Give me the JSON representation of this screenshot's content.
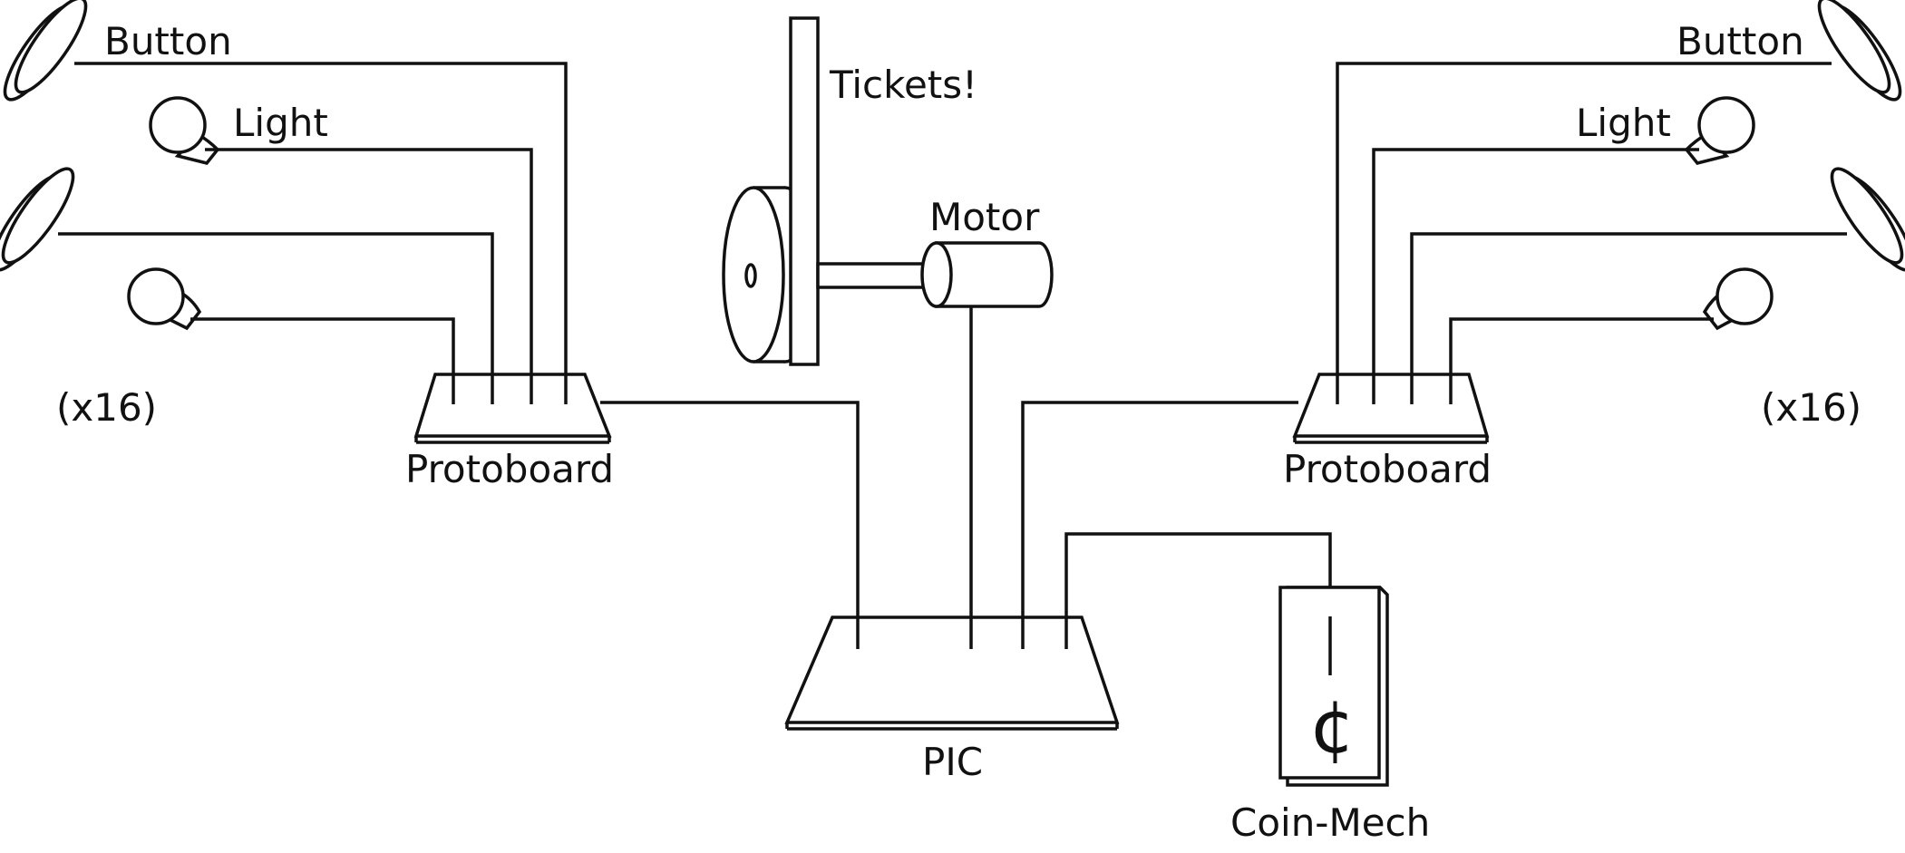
{
  "labels": {
    "button_left": "Button",
    "light_left": "Light",
    "count_left": "(x16)",
    "protoboard_left": "Protoboard",
    "tickets": "Tickets!",
    "motor": "Motor",
    "pic": "PIC",
    "coin_mech": "Coin-Mech",
    "coin_symbol": "¢",
    "button_right": "Button",
    "light_right": "Light",
    "count_right": "(x16)",
    "protoboard_right": "Protoboard"
  },
  "colors": {
    "stroke": "#111111",
    "background": "#ffffff"
  },
  "icons": [
    "button-icon",
    "light-bulb-icon",
    "protoboard-icon",
    "ticket-reel-icon",
    "motor-icon",
    "pic-chip-icon",
    "coin-mech-icon"
  ]
}
